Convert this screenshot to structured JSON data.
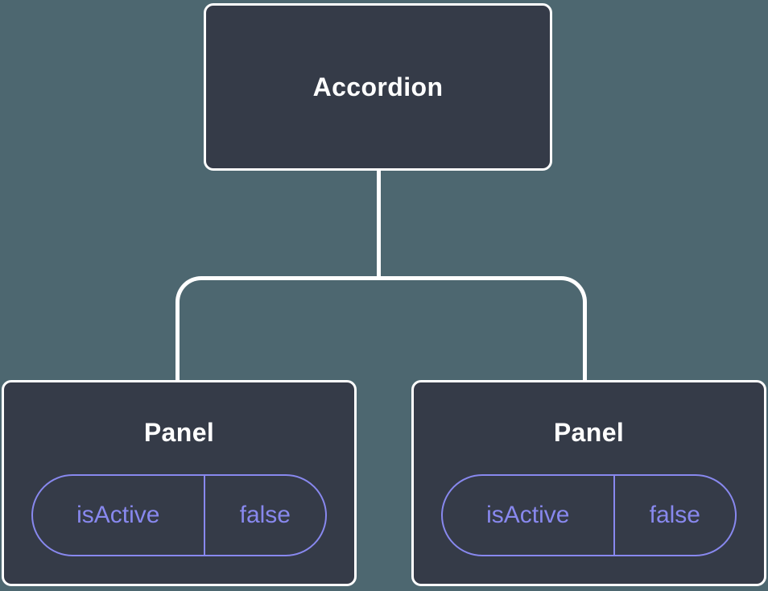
{
  "theme": {
    "background": "#4d6770",
    "node_fill": "#353b48",
    "node_border": "#ffffff",
    "node_text": "#ffffff",
    "connector": "#ffffff",
    "accent": "#8888ee"
  },
  "diagram": {
    "type": "component-tree",
    "root": {
      "label": "Accordion"
    },
    "children": [
      {
        "label": "Panel",
        "props": [
          {
            "name": "isActive",
            "value": "false"
          }
        ]
      },
      {
        "label": "Panel",
        "props": [
          {
            "name": "isActive",
            "value": "false"
          }
        ]
      }
    ]
  }
}
